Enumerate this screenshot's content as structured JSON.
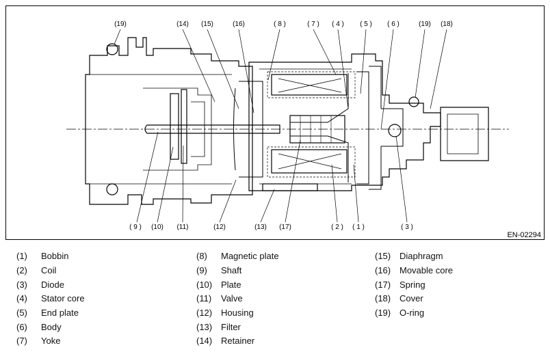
{
  "figure": {
    "code": "EN-02294",
    "callouts_top": [
      "(19)",
      "(14)",
      "(15)",
      "(16)",
      "( 8 )",
      "( 7 )",
      "( 4 )",
      "( 5 )",
      "( 6 )",
      "(19)",
      "(18)"
    ],
    "callouts_bottom": [
      "( 9 )",
      "(10)",
      "(11)",
      "(12)",
      "(13)",
      "(17)",
      "( 2 )",
      "( 1 )",
      "( 3 )"
    ]
  },
  "legend": [
    {
      "num": "(1)",
      "label": "Bobbin"
    },
    {
      "num": "(2)",
      "label": "Coil"
    },
    {
      "num": "(3)",
      "label": "Diode"
    },
    {
      "num": "(4)",
      "label": "Stator core"
    },
    {
      "num": "(5)",
      "label": "End plate"
    },
    {
      "num": "(6)",
      "label": "Body"
    },
    {
      "num": "(7)",
      "label": "Yoke"
    },
    {
      "num": "(8)",
      "label": "Magnetic plate"
    },
    {
      "num": "(9)",
      "label": "Shaft"
    },
    {
      "num": "(10)",
      "label": "Plate"
    },
    {
      "num": "(11)",
      "label": "Valve"
    },
    {
      "num": "(12)",
      "label": "Housing"
    },
    {
      "num": "(13)",
      "label": "Filter"
    },
    {
      "num": "(14)",
      "label": "Retainer"
    },
    {
      "num": "(15)",
      "label": "Diaphragm"
    },
    {
      "num": "(16)",
      "label": "Movable core"
    },
    {
      "num": "(17)",
      "label": "Spring"
    },
    {
      "num": "(18)",
      "label": "Cover"
    },
    {
      "num": "(19)",
      "label": "O-ring"
    }
  ]
}
